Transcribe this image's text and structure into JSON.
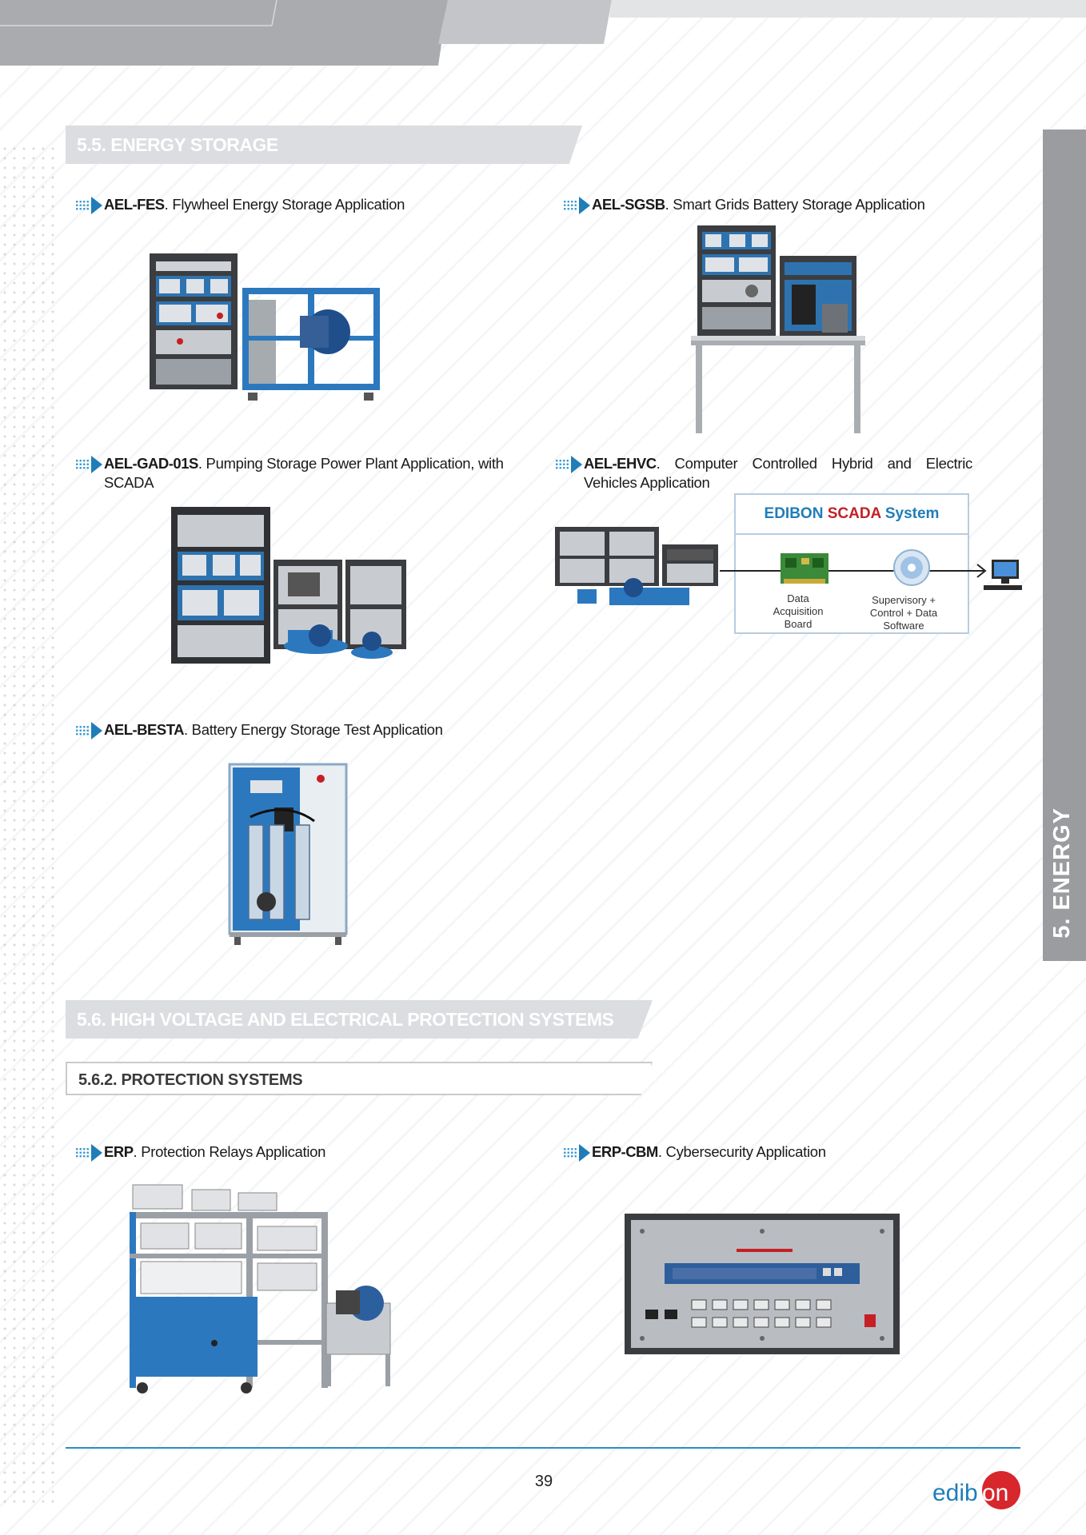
{
  "sections": {
    "energy_storage": "5.5. ENERGY STORAGE",
    "high_voltage": "5.6. HIGH VOLTAGE AND ELECTRICAL PROTECTION SYSTEMS",
    "protection_systems": "5.6.2. PROTECTION SYSTEMS"
  },
  "side_tab": "5. ENERGY",
  "products": [
    {
      "code": "AEL-FES",
      "desc": ". Flywheel Energy Storage Application"
    },
    {
      "code": "AEL-SGSB",
      "desc": ". Smart Grids Battery Storage Application"
    },
    {
      "code": "AEL-GAD-01S",
      "desc": ". Pumping Storage Power Plant Application, with SCADA"
    },
    {
      "code": "AEL-EHVC",
      "desc": ". Computer Controlled Hybrid and Electric Vehicles Application"
    },
    {
      "code": "AEL-BESTA",
      "desc": ". Battery Energy Storage Test Application"
    },
    {
      "code": "ERP",
      "desc": ". Protection Relays Application"
    },
    {
      "code": "ERP-CBM",
      "desc": ". Cybersecurity Application"
    }
  ],
  "scada": {
    "title_part1": "EDIBON ",
    "title_part2": "SCADA",
    "title_part3": " System",
    "label_daq_1": "Data",
    "label_daq_2": "Acquisition",
    "label_daq_3": "Board",
    "label_sw_1": "Supervisory +",
    "label_sw_2": "Control + Data",
    "label_sw_3": "Software"
  },
  "footer": {
    "page_number": "39",
    "logo_part1": "edib",
    "logo_part2": "on"
  },
  "colors": {
    "accent_blue": "#1f7db8",
    "scada_red": "#c42026",
    "section_gray": "#dcdde0",
    "side_tab_gray": "#9b9c9f",
    "logo_red": "#d7262c"
  }
}
